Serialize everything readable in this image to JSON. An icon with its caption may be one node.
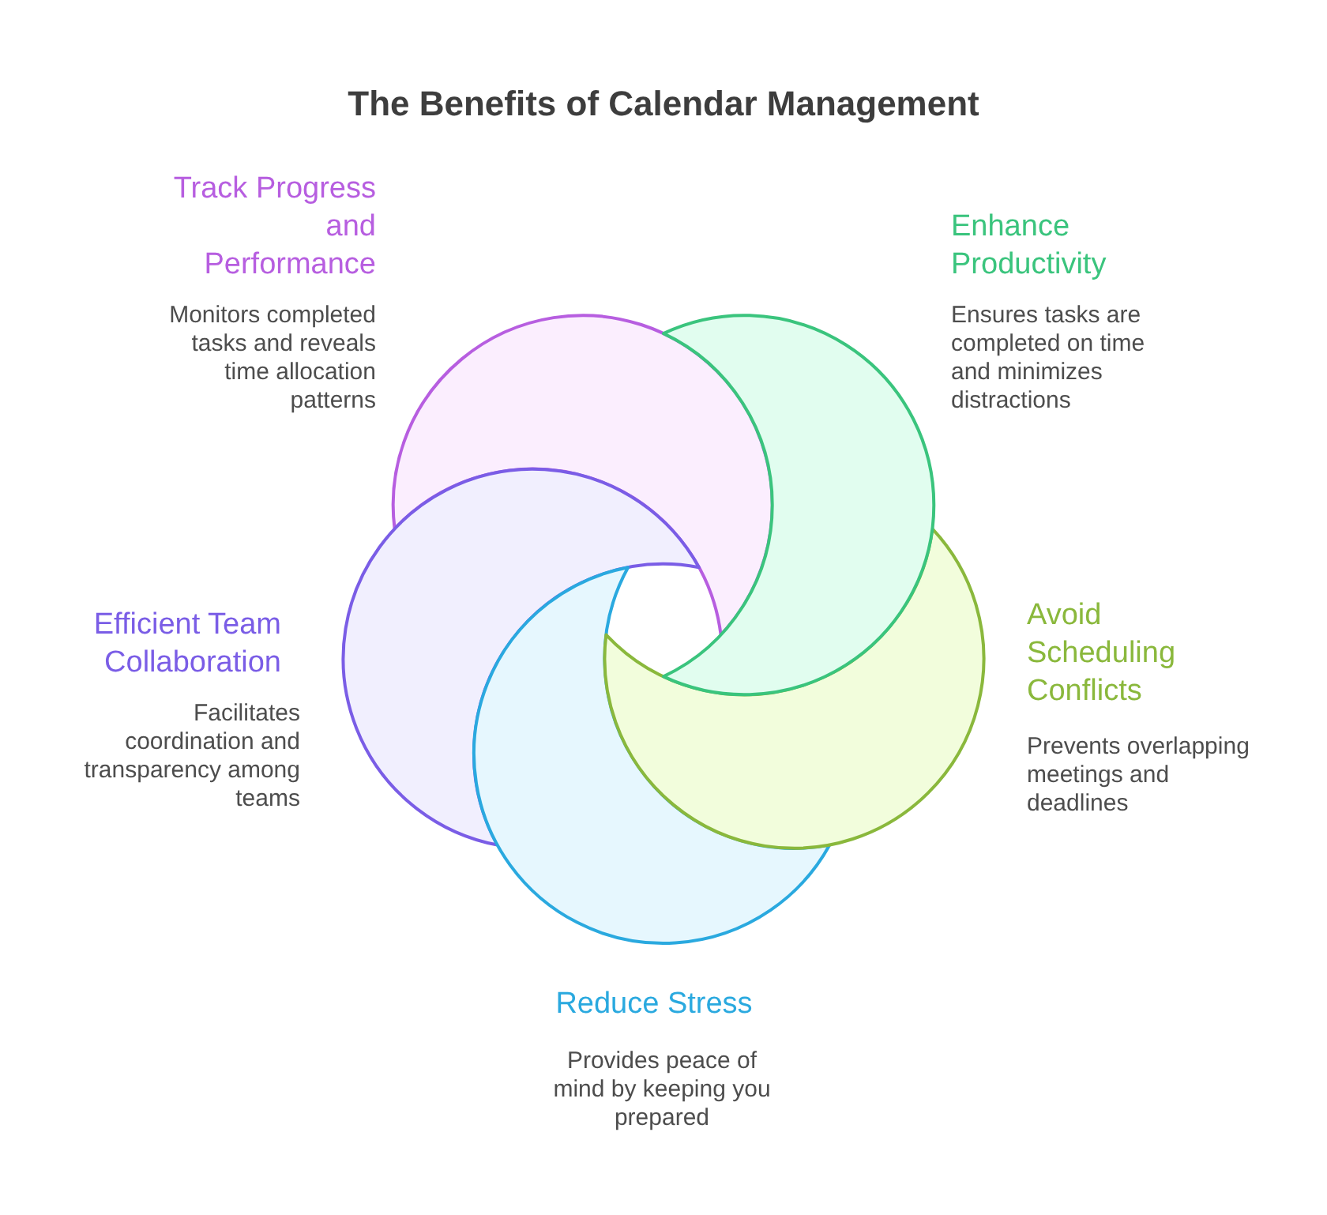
{
  "diagram": {
    "title": "The Benefits of Calendar Management",
    "nodes": [
      {
        "text": [],
        "shape": "crescent",
        "beside": [
          "Track Progress and Performance",
          "Monitors completed tasks and reveals time allocation patterns"
        ]
      },
      {
        "text": [],
        "shape": "crescent",
        "beside": [
          "Enhance Productivity",
          "Ensures tasks are completed on time and minimizes distractions"
        ]
      },
      {
        "text": [],
        "shape": "crescent",
        "beside": [
          "Avoid Scheduling Conflicts",
          "Prevents overlapping meetings and deadlines"
        ]
      },
      {
        "text": [],
        "shape": "crescent",
        "beside": [
          "Reduce Stress",
          "Provides peace of mind by keeping you prepared"
        ]
      },
      {
        "text": [],
        "shape": "crescent",
        "beside": [
          "Efficient Team Collaboration",
          "Facilitates coordination and transparency among teams"
        ]
      }
    ]
  }
}
